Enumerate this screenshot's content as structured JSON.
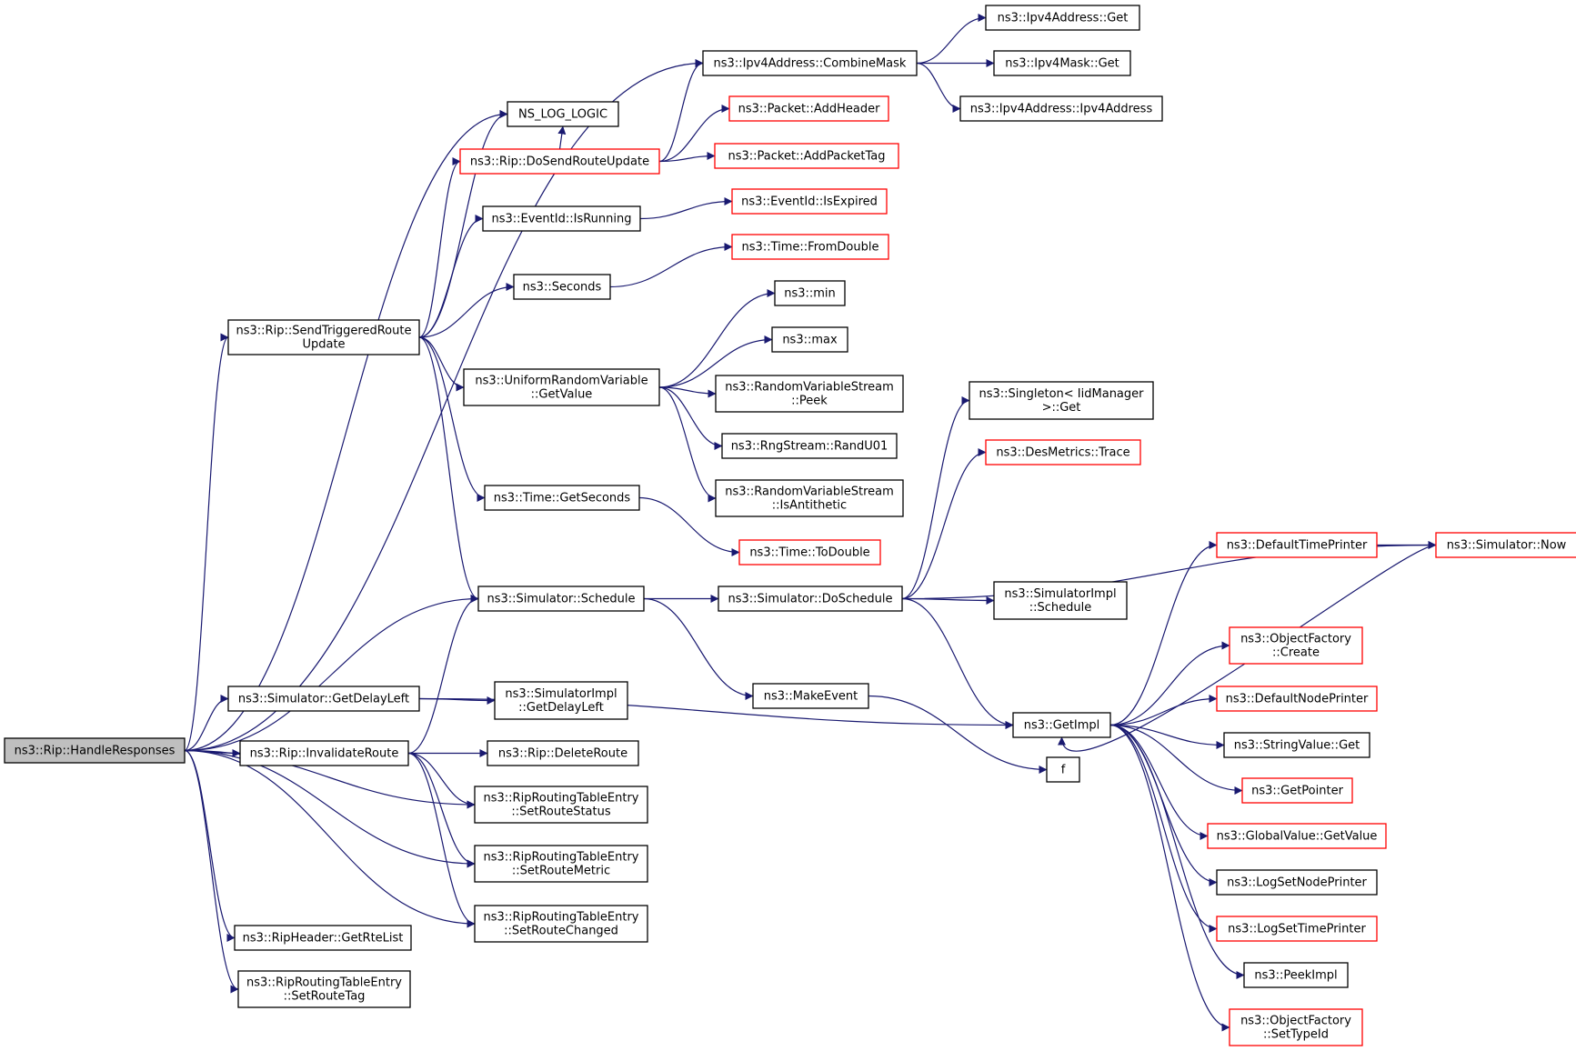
{
  "colors": {
    "edge": "#191970",
    "node_border": "#000000",
    "node_border_incomplete": "#ff0000",
    "root_fill": "#bfbfbf",
    "node_fill": "#ffffff"
  },
  "nodes": {
    "root": {
      "lines": [
        "ns3::Rip::HandleResponses"
      ],
      "variant": "root"
    },
    "combine_mask": {
      "lines": [
        "ns3::Ipv4Address::CombineMask"
      ],
      "variant": "normal"
    },
    "ipv4addr_get": {
      "lines": [
        "ns3::Ipv4Address::Get"
      ],
      "variant": "normal"
    },
    "ipv4mask_get": {
      "lines": [
        "ns3::Ipv4Mask::Get"
      ],
      "variant": "normal"
    },
    "ipv4addr_ctor": {
      "lines": [
        "ns3::Ipv4Address::Ipv4Address"
      ],
      "variant": "normal"
    },
    "ns_log_logic": {
      "lines": [
        "NS_LOG_LOGIC"
      ],
      "variant": "normal"
    },
    "do_send_route_update": {
      "lines": [
        "ns3::Rip::DoSendRouteUpdate"
      ],
      "variant": "incomplete"
    },
    "packet_add_header": {
      "lines": [
        "ns3::Packet::AddHeader"
      ],
      "variant": "incomplete"
    },
    "packet_add_packet_tag": {
      "lines": [
        "ns3::Packet::AddPacketTag"
      ],
      "variant": "incomplete"
    },
    "eventid_is_running": {
      "lines": [
        "ns3::EventId::IsRunning"
      ],
      "variant": "normal"
    },
    "eventid_is_expired": {
      "lines": [
        "ns3::EventId::IsExpired"
      ],
      "variant": "incomplete"
    },
    "time_from_double": {
      "lines": [
        "ns3::Time::FromDouble"
      ],
      "variant": "incomplete"
    },
    "seconds": {
      "lines": [
        "ns3::Seconds"
      ],
      "variant": "normal"
    },
    "min": {
      "lines": [
        "ns3::min"
      ],
      "variant": "normal"
    },
    "max": {
      "lines": [
        "ns3::max"
      ],
      "variant": "normal"
    },
    "send_triggered_route_update": {
      "lines": [
        "ns3::Rip::SendTriggeredRoute",
        "Update"
      ],
      "variant": "normal"
    },
    "uniform_get_value": {
      "lines": [
        "ns3::UniformRandomVariable",
        "::GetValue"
      ],
      "variant": "normal"
    },
    "rvs_peek": {
      "lines": [
        "ns3::RandomVariableStream",
        "::Peek"
      ],
      "variant": "normal"
    },
    "rng_rand_u01": {
      "lines": [
        "ns3::RngStream::RandU01"
      ],
      "variant": "normal"
    },
    "rvs_is_antithetic": {
      "lines": [
        "ns3::RandomVariableStream",
        "::IsAntithetic"
      ],
      "variant": "normal"
    },
    "singleton_get": {
      "lines": [
        "ns3::Singleton< IidManager",
        ">::Get"
      ],
      "variant": "normal"
    },
    "desmetrics_trace": {
      "lines": [
        "ns3::DesMetrics::Trace"
      ],
      "variant": "incomplete"
    },
    "time_get_seconds": {
      "lines": [
        "ns3::Time::GetSeconds"
      ],
      "variant": "normal"
    },
    "time_to_double": {
      "lines": [
        "ns3::Time::ToDouble"
      ],
      "variant": "incomplete"
    },
    "default_time_printer": {
      "lines": [
        "ns3::DefaultTimePrinter"
      ],
      "variant": "incomplete"
    },
    "simulator_now": {
      "lines": [
        "ns3::Simulator::Now"
      ],
      "variant": "incomplete"
    },
    "simulator_schedule": {
      "lines": [
        "ns3::Simulator::Schedule"
      ],
      "variant": "normal"
    },
    "simulator_do_schedule": {
      "lines": [
        "ns3::Simulator::DoSchedule"
      ],
      "variant": "normal"
    },
    "simulatorimpl_schedule": {
      "lines": [
        "ns3::SimulatorImpl",
        "::Schedule"
      ],
      "variant": "normal"
    },
    "object_factory_create": {
      "lines": [
        "ns3::ObjectFactory",
        "::Create"
      ],
      "variant": "incomplete"
    },
    "simulator_get_delay_left": {
      "lines": [
        "ns3::Simulator::GetDelayLeft"
      ],
      "variant": "normal"
    },
    "simulatorimpl_get_delay_left": {
      "lines": [
        "ns3::SimulatorImpl",
        "::GetDelayLeft"
      ],
      "variant": "normal"
    },
    "make_event": {
      "lines": [
        "ns3::MakeEvent"
      ],
      "variant": "normal"
    },
    "default_node_printer": {
      "lines": [
        "ns3::DefaultNodePrinter"
      ],
      "variant": "incomplete"
    },
    "get_impl": {
      "lines": [
        "ns3::GetImpl"
      ],
      "variant": "normal"
    },
    "invalidate_route": {
      "lines": [
        "ns3::Rip::InvalidateRoute"
      ],
      "variant": "normal"
    },
    "delete_route": {
      "lines": [
        "ns3::Rip::DeleteRoute"
      ],
      "variant": "normal"
    },
    "string_value_get": {
      "lines": [
        "ns3::StringValue::Get"
      ],
      "variant": "normal"
    },
    "f": {
      "lines": [
        "f"
      ],
      "variant": "normal"
    },
    "get_pointer": {
      "lines": [
        "ns3::GetPointer"
      ],
      "variant": "incomplete"
    },
    "set_route_status": {
      "lines": [
        "ns3::RipRoutingTableEntry",
        "::SetRouteStatus"
      ],
      "variant": "normal"
    },
    "global_value_get_value": {
      "lines": [
        "ns3::GlobalValue::GetValue"
      ],
      "variant": "incomplete"
    },
    "set_route_metric": {
      "lines": [
        "ns3::RipRoutingTableEntry",
        "::SetRouteMetric"
      ],
      "variant": "normal"
    },
    "log_set_node_printer": {
      "lines": [
        "ns3::LogSetNodePrinter"
      ],
      "variant": "normal"
    },
    "set_route_changed": {
      "lines": [
        "ns3::RipRoutingTableEntry",
        "::SetRouteChanged"
      ],
      "variant": "normal"
    },
    "log_set_time_printer": {
      "lines": [
        "ns3::LogSetTimePrinter"
      ],
      "variant": "incomplete"
    },
    "rip_header_get_rte_list": {
      "lines": [
        "ns3::RipHeader::GetRteList"
      ],
      "variant": "normal"
    },
    "peek_impl": {
      "lines": [
        "ns3::PeekImpl"
      ],
      "variant": "normal"
    },
    "set_route_tag": {
      "lines": [
        "ns3::RipRoutingTableEntry",
        "::SetRouteTag"
      ],
      "variant": "normal"
    },
    "object_factory_set_type_id": {
      "lines": [
        "ns3::ObjectFactory",
        "::SetTypeId"
      ],
      "variant": "incomplete"
    }
  },
  "edges": [
    [
      "root",
      "combine_mask"
    ],
    [
      "root",
      "ns_log_logic"
    ],
    [
      "root",
      "send_triggered_route_update"
    ],
    [
      "root",
      "simulator_schedule"
    ],
    [
      "root",
      "simulator_get_delay_left"
    ],
    [
      "root",
      "invalidate_route"
    ],
    [
      "root",
      "set_route_status"
    ],
    [
      "root",
      "set_route_metric"
    ],
    [
      "root",
      "set_route_changed"
    ],
    [
      "root",
      "rip_header_get_rte_list"
    ],
    [
      "root",
      "set_route_tag"
    ],
    [
      "combine_mask",
      "ipv4addr_get"
    ],
    [
      "combine_mask",
      "ipv4mask_get"
    ],
    [
      "combine_mask",
      "ipv4addr_ctor"
    ],
    [
      "send_triggered_route_update",
      "ns_log_logic"
    ],
    [
      "send_triggered_route_update",
      "do_send_route_update"
    ],
    [
      "send_triggered_route_update",
      "eventid_is_running"
    ],
    [
      "send_triggered_route_update",
      "seconds"
    ],
    [
      "send_triggered_route_update",
      "uniform_get_value"
    ],
    [
      "send_triggered_route_update",
      "time_get_seconds"
    ],
    [
      "send_triggered_route_update",
      "simulator_schedule"
    ],
    [
      "do_send_route_update",
      "combine_mask"
    ],
    [
      "do_send_route_update",
      "packet_add_header"
    ],
    [
      "do_send_route_update",
      "packet_add_packet_tag"
    ],
    [
      "do_send_route_update",
      "ns_log_logic"
    ],
    [
      "eventid_is_running",
      "eventid_is_expired"
    ],
    [
      "seconds",
      "time_from_double"
    ],
    [
      "uniform_get_value",
      "min"
    ],
    [
      "uniform_get_value",
      "max"
    ],
    [
      "uniform_get_value",
      "rvs_peek"
    ],
    [
      "uniform_get_value",
      "rng_rand_u01"
    ],
    [
      "uniform_get_value",
      "rvs_is_antithetic"
    ],
    [
      "time_get_seconds",
      "time_to_double"
    ],
    [
      "simulator_schedule",
      "simulator_do_schedule"
    ],
    [
      "simulator_schedule",
      "make_event"
    ],
    [
      "simulator_do_schedule",
      "singleton_get"
    ],
    [
      "simulator_do_schedule",
      "desmetrics_trace"
    ],
    [
      "simulator_do_schedule",
      "simulator_now"
    ],
    [
      "simulator_do_schedule",
      "simulatorimpl_schedule"
    ],
    [
      "simulator_do_schedule",
      "get_impl"
    ],
    [
      "simulator_get_delay_left",
      "simulatorimpl_get_delay_left"
    ],
    [
      "simulator_get_delay_left",
      "get_impl"
    ],
    [
      "make_event",
      "f"
    ],
    [
      "invalidate_route",
      "simulator_schedule"
    ],
    [
      "invalidate_route",
      "delete_route"
    ],
    [
      "invalidate_route",
      "set_route_status"
    ],
    [
      "invalidate_route",
      "set_route_metric"
    ],
    [
      "invalidate_route",
      "set_route_changed"
    ],
    [
      "default_time_printer",
      "simulator_now"
    ],
    [
      "simulator_now",
      "get_impl"
    ],
    [
      "get_impl",
      "default_time_printer"
    ],
    [
      "get_impl",
      "object_factory_create"
    ],
    [
      "get_impl",
      "default_node_printer"
    ],
    [
      "get_impl",
      "string_value_get"
    ],
    [
      "get_impl",
      "get_pointer"
    ],
    [
      "get_impl",
      "global_value_get_value"
    ],
    [
      "get_impl",
      "log_set_node_printer"
    ],
    [
      "get_impl",
      "log_set_time_printer"
    ],
    [
      "get_impl",
      "peek_impl"
    ],
    [
      "get_impl",
      "object_factory_set_type_id"
    ]
  ]
}
